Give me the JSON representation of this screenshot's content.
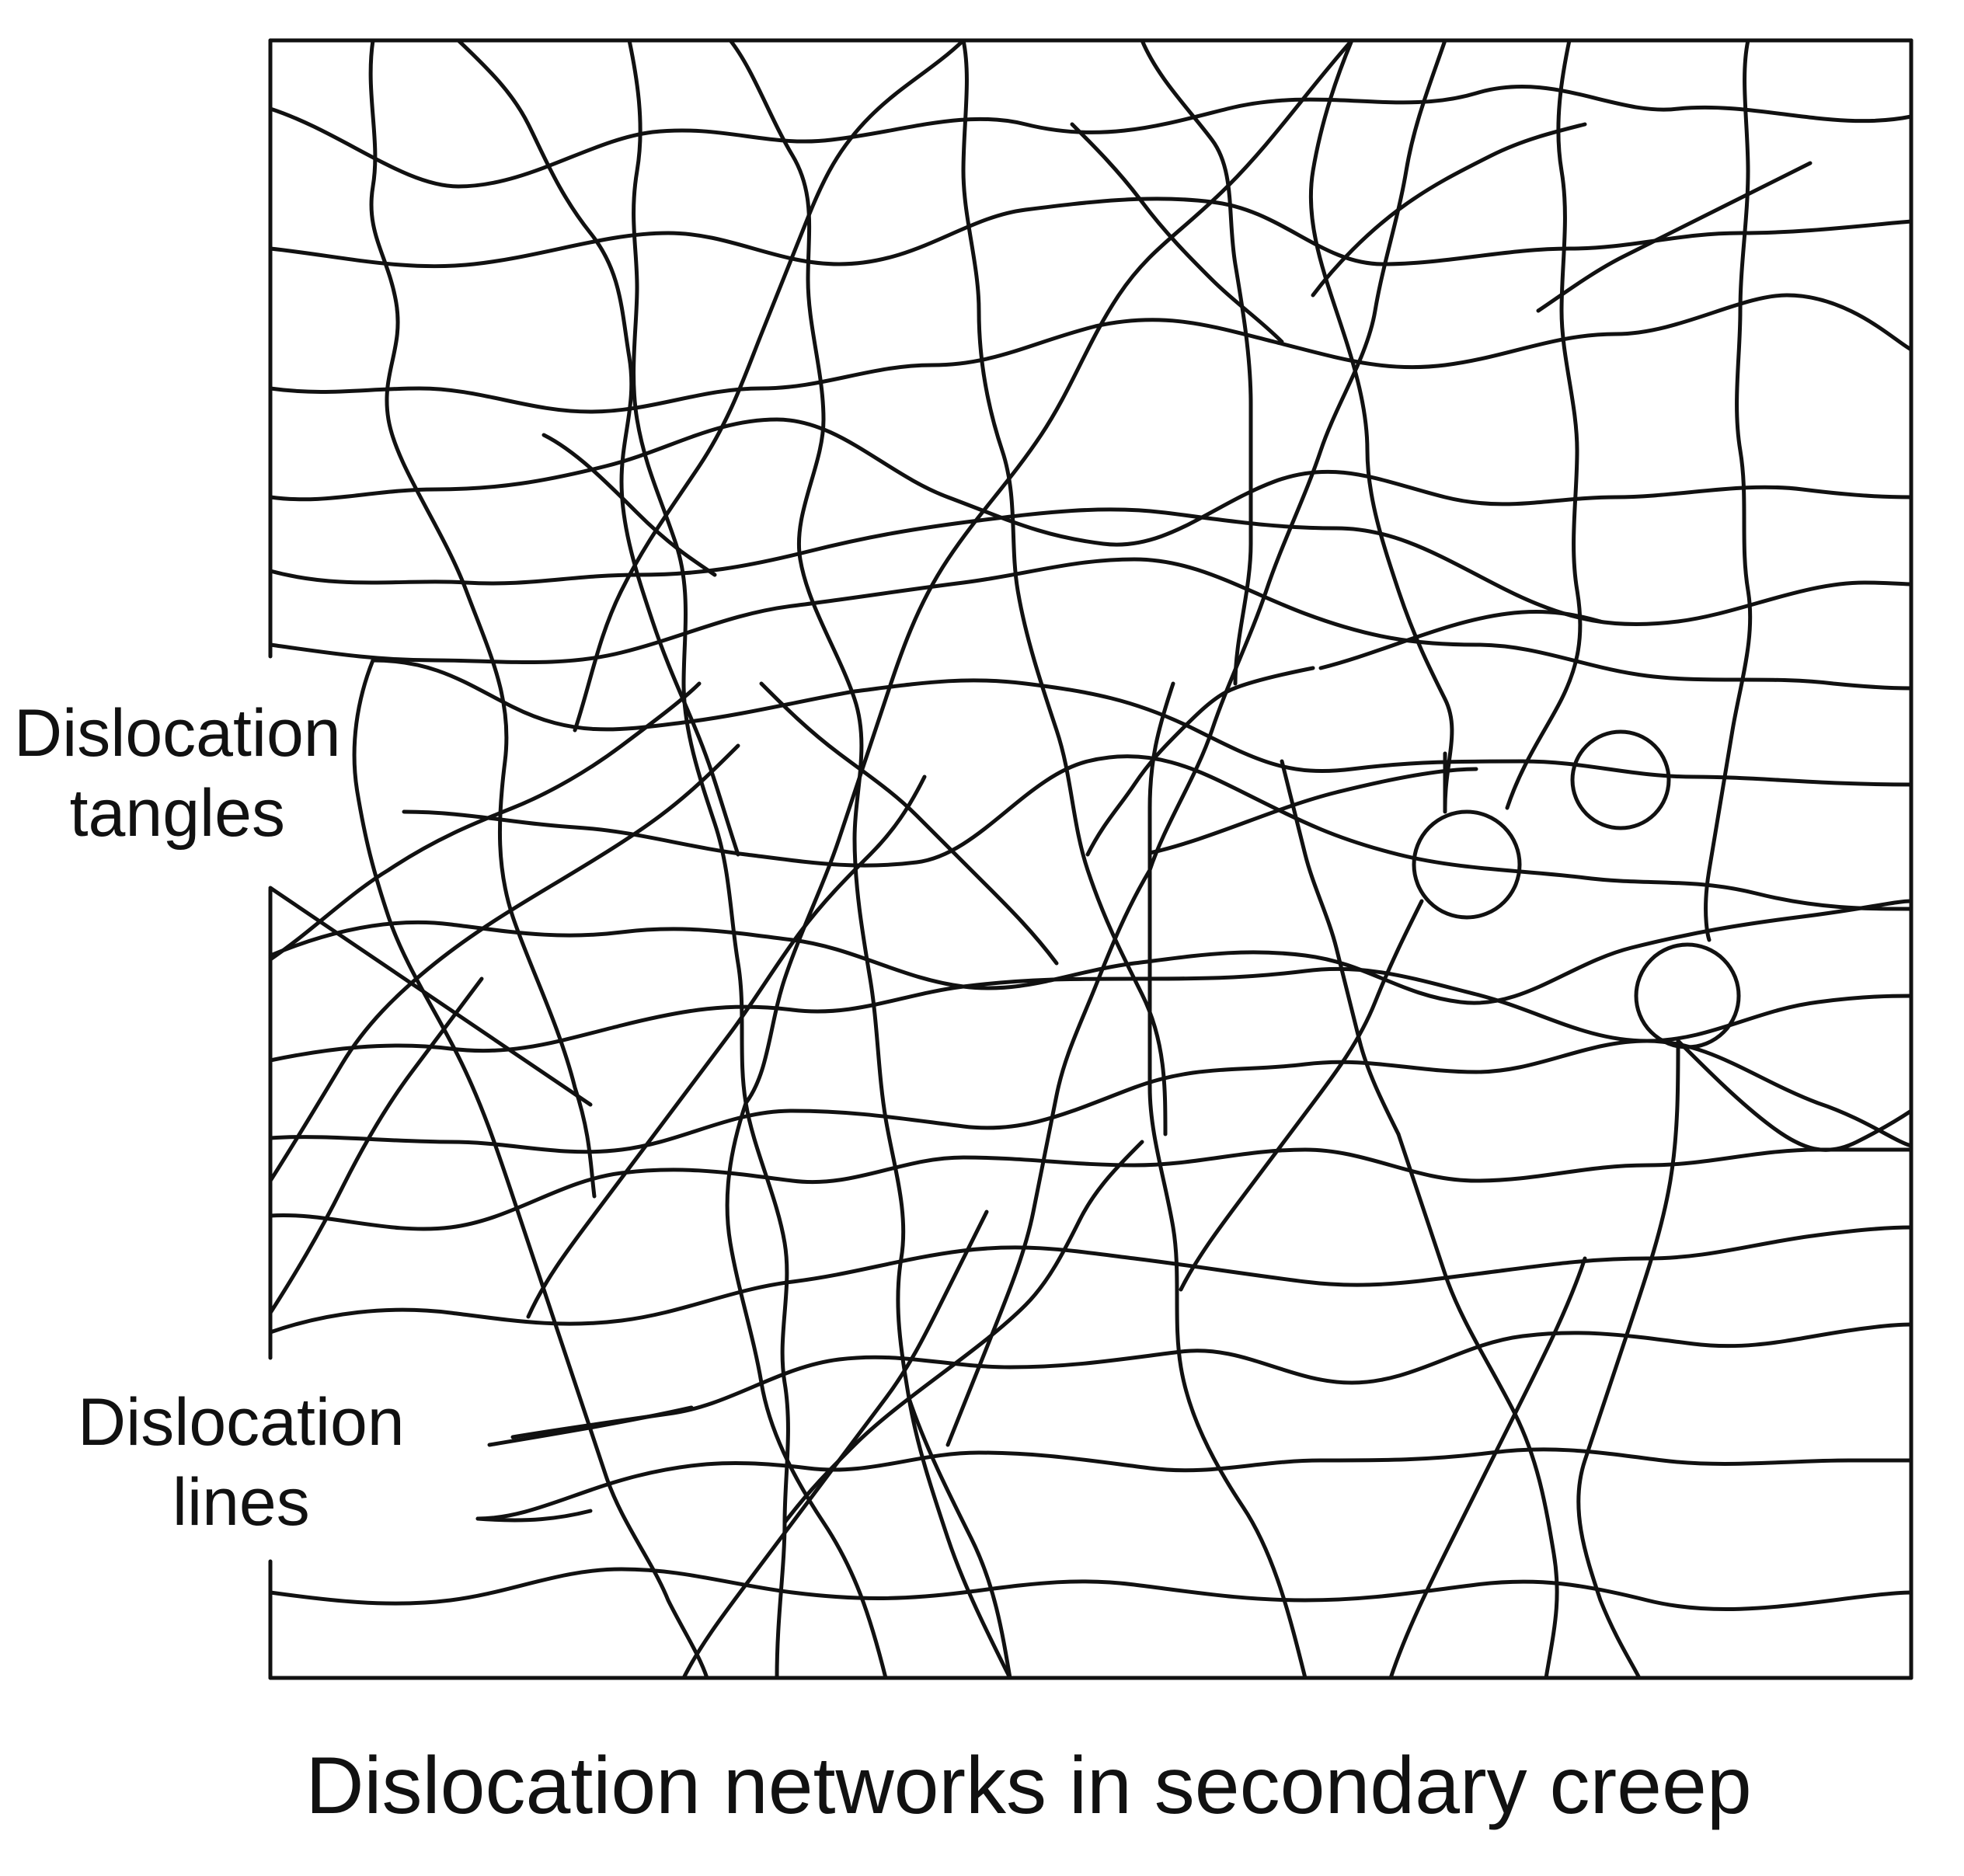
{
  "labels": {
    "tangles": {
      "line1": "Dislocation",
      "line2": "tangles"
    },
    "lines": {
      "line1": "Dislocation",
      "line2": "lines"
    }
  },
  "caption": "Dislocation networks in secondary creep",
  "colors": {
    "ink": "#111111",
    "background": "#ffffff"
  }
}
